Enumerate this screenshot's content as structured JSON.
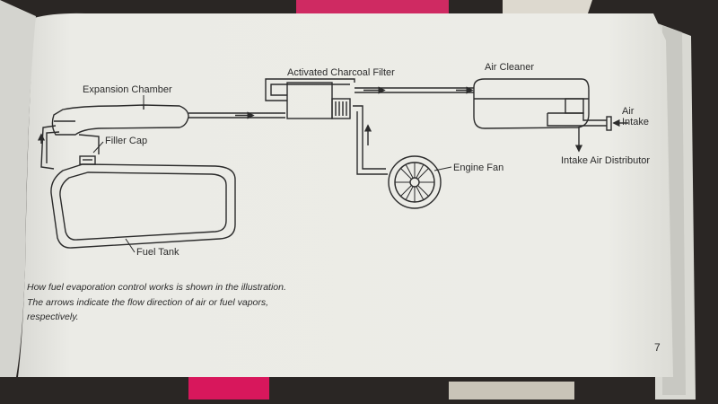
{
  "labels": {
    "expansion_chamber": "Expansion Chamber",
    "activated_charcoal_filter": "Activated Charcoal Filter",
    "air_cleaner": "Air Cleaner",
    "air_intake_line1": "Air",
    "air_intake_line2": "Intake",
    "intake_air_distributor": "Intake Air Distributor",
    "filler_cap": "Filler Cap",
    "engine_fan": "Engine Fan",
    "fuel_tank": "Fuel Tank"
  },
  "caption": {
    "line1": "How fuel evaporation control works is shown in the illustration.",
    "line2": "The arrows indicate the flow direction of air or fuel vapors,",
    "line3": "respectively."
  },
  "page_number": "7",
  "colors": {
    "background": "#2a2624",
    "page": "#ebebe6",
    "ink": "#2b2b2b",
    "magenta_book": "#d8175c",
    "magenta_top": "#cf2a62"
  }
}
